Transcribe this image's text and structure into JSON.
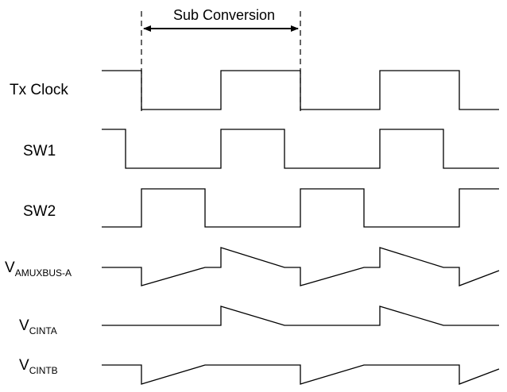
{
  "diagram": {
    "colors": {
      "stroke": "#000000",
      "text": "#000000",
      "background": "#ffffff"
    },
    "annotation": {
      "label": "Sub Conversion"
    },
    "signals": [
      {
        "id": "tx-clock",
        "label": "Tx Clock",
        "subscript": ""
      },
      {
        "id": "sw1",
        "label": "SW1",
        "subscript": ""
      },
      {
        "id": "sw2",
        "label": "SW2",
        "subscript": ""
      },
      {
        "id": "v-amuxbus-a",
        "label": "V",
        "subscript": "AMUXBUS-A"
      },
      {
        "id": "v-cinta",
        "label": "V",
        "subscript": "CINTA"
      },
      {
        "id": "v-cintb",
        "label": "V",
        "subscript": "CINTB"
      }
    ]
  }
}
